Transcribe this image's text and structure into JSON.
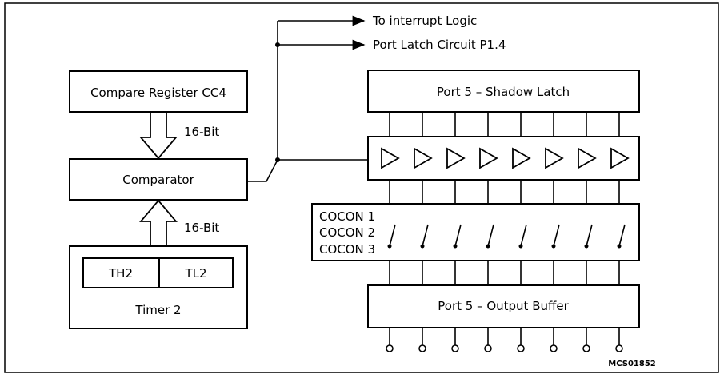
{
  "labels": {
    "to_interrupt": "To interrupt Logic",
    "port_latch": "Port Latch Circuit P1.4",
    "compare_register": "Compare Register CC4",
    "bit16_top": "16-Bit",
    "comparator": "Comparator",
    "bit16_bottom": "16-Bit",
    "th2": "TH2",
    "tl2": "TL2",
    "timer2": "Timer 2",
    "shadow_latch": "Port 5 – Shadow Latch",
    "cocon1": "COCON 1",
    "cocon2": "COCON 2",
    "cocon3": "COCON 3",
    "output_buffer": "Port 5 – Output Buffer",
    "figure_code": "MCS01852"
  },
  "port_bits": 8
}
